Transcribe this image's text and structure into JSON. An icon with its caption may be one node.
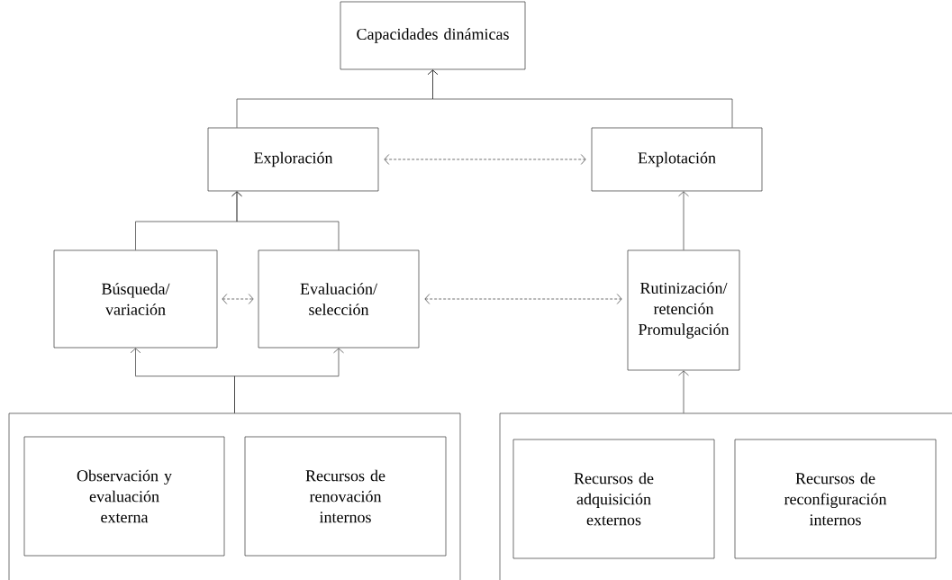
{
  "diagram": {
    "nodes": [
      {
        "text": [
          "Capacidades dinámicas"
        ]
      },
      {
        "text": [
          "Exploración"
        ]
      },
      {
        "text": [
          "Explotación"
        ]
      },
      {
        "text": [
          "Búsqueda/ variación"
        ]
      },
      {
        "text": [
          "Evaluación/ selección"
        ]
      },
      {
        "text": [
          "Rutinización/ retención Promulgación"
        ]
      },
      {
        "text": [],
        "shape": "box"
      },
      {
        "text": [
          "Observación y evaluación externa"
        ],
        "in": 6
      },
      {
        "text": [
          "Recursos de renovación internos"
        ],
        "in": 6
      },
      {
        "text": [],
        "shape": "box"
      },
      {
        "text": [
          "Recursos de adquisición externos"
        ],
        "in": 9
      },
      {
        "text": [
          "Recursos de reconfiguración internos"
        ],
        "in": 9
      }
    ],
    "edges": [
      {
        "from": 1,
        "to": 0,
        "arrow": "to"
      },
      {
        "from": 2,
        "to": 0,
        "arrow": "to"
      },
      {
        "from": 1,
        "to": 2,
        "arrow": "both",
        "style": "dashed"
      },
      {
        "from": 3,
        "to": 1,
        "arrow": "to"
      },
      {
        "from": 4,
        "to": 1,
        "arrow": "to"
      },
      {
        "from": 3,
        "to": 4,
        "arrow": "both",
        "style": "dashed"
      },
      {
        "from": 4,
        "to": 5,
        "arrow": "both",
        "style": "dashed"
      },
      {
        "from": 5,
        "to": 2,
        "arrow": "to"
      },
      {
        "from": 6,
        "to": 3,
        "arrow": "to"
      },
      {
        "from": 6,
        "to": 4,
        "arrow": "to"
      },
      {
        "from": 9,
        "to": 5,
        "arrow": "to"
      }
    ]
  }
}
